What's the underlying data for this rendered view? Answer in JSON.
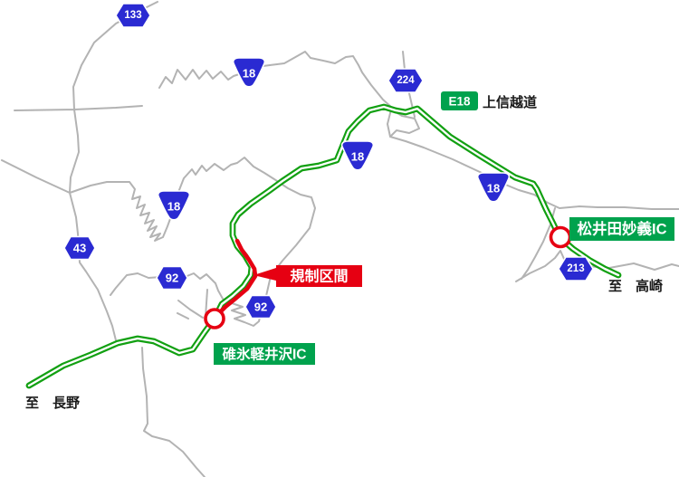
{
  "expressway": {
    "code": "E18",
    "name": "上信越道"
  },
  "interchanges": {
    "west": "碓氷軽井沢IC",
    "east": "松井田妙義IC"
  },
  "regulation": {
    "label": "規制区間"
  },
  "directions": {
    "southwest": "至　長野",
    "southeast": "至　高崎"
  },
  "route_badges": {
    "national_18": "18",
    "pref_133": "133",
    "pref_224": "224",
    "pref_43": "43",
    "pref_92": "92",
    "pref_213": "213"
  },
  "colors": {
    "highway_green": "#12a012",
    "ic_badge_green": "#00a24d",
    "regulation_red": "#e60012",
    "route_blue": "#2a2ad2",
    "road_gray": "#b3b3b3",
    "label_black": "#1a1a1a"
  }
}
